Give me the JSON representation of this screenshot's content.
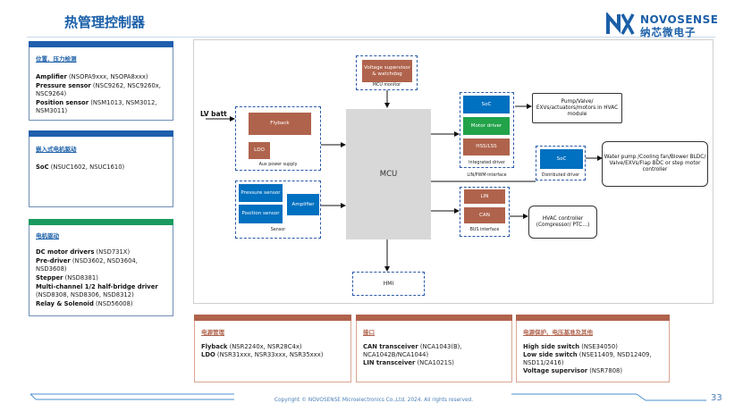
{
  "header": {
    "title": "热管理控制器",
    "logo_en": "NOVOSENSE",
    "logo_cn": "纳芯微电子"
  },
  "left_panels": [
    {
      "heading": "位置、压力检测",
      "bar_color": "#1f5fad",
      "items": [
        {
          "bold": "Amplifier",
          "text": " (NSOPA9xxx, NSOPA8xxx)"
        },
        {
          "bold": "Pressure sensor",
          "text": " (NSC9262, NSC9260x, NSC9264)"
        },
        {
          "bold": "Position sensor",
          "text": " (NSM1013, NSM3012, NSM3011)"
        }
      ]
    },
    {
      "heading": "嵌入式电机驱动",
      "bar_color": "#1f5fad",
      "items": [
        {
          "bold": "SoC",
          "text": " (NSUC1602, NSUC1610)"
        }
      ]
    },
    {
      "heading": "电机驱动",
      "bar_color": "#1a9a5e",
      "items": [
        {
          "bold": "DC motor drivers",
          "text": " (NSD731X)"
        },
        {
          "bold": "Pre-driver",
          "text": " (NSD3602, NSD3604, NSD3608)"
        },
        {
          "bold": "Stepper",
          "text": " (NSD8381)"
        },
        {
          "bold": "Multi-channel 1/2 half-bridge driver",
          "text": " (NSD8308, NSD8306, NSD8312)"
        },
        {
          "bold": "Relay & Solenoid",
          "text": " (NSD56008)"
        }
      ]
    }
  ],
  "diagram": {
    "lv_batt": "LV batt",
    "voltage_supervisor": "Voltage supervisor & watchdog",
    "mcu_monitor": "MCU monitor",
    "flyback": "Flyback",
    "ldo": "LDO",
    "aux_power": "Aux power supply",
    "mcu": "MCU",
    "pressure_sensor": "Pressure sensor",
    "position_sensor": "Position sensor",
    "amplifier": "Amplifier",
    "sensor": "Sensor",
    "soc": "SoC",
    "motor_driver": "Motor driver",
    "hss_lss": "HSS/LSS",
    "integrated_driver": "Integrated driver",
    "lin_pwm": "LIN/PWM-interface",
    "soc2": "SoC",
    "distributed_driver": "Distributed driver",
    "lin": "LIN",
    "can": "CAN",
    "bus_interface": "BUS interface",
    "hmi": "HMI",
    "out1": "Pump/Valve/ EXVs/actuators/motors in HVAC module",
    "out2": "Water pump /Cooling fan/Blower BLDC/ Valve/EXVs/Flap BDC or step motor controller",
    "out3": "HVAC controller (Compressor/ PTC…)"
  },
  "bottom_panels": [
    {
      "heading": "电源管理",
      "items": [
        {
          "bold": "Flyback",
          "text": " (NSR2240x, NSR28C4x)"
        },
        {
          "bold": "LDO",
          "text": " (NSR31xxx, NSR33xxx, NSR35xxx)"
        }
      ]
    },
    {
      "heading": "接口",
      "items": [
        {
          "bold": "CAN transceiver",
          "text": " (NCA1043(B), NCA1042B/NCA1044)"
        },
        {
          "bold": "LIN transceiver",
          "text": " (NCA1021S)"
        }
      ]
    },
    {
      "heading": "电源保护、电压基准及其他",
      "items": [
        {
          "bold": "High side switch",
          "text": " (NSE34050)"
        },
        {
          "bold": "Low side switch",
          "text": " (NSE11409, NSD12409, NSD11/2416)"
        },
        {
          "bold": "Voltage supervisor",
          "text": " (NSR7808)"
        }
      ]
    }
  ],
  "footer": {
    "copyright": "Copyright © NOVOSENSE Microelectronics Co.,Ltd. 2024. All rights reserved.",
    "page": "33"
  }
}
